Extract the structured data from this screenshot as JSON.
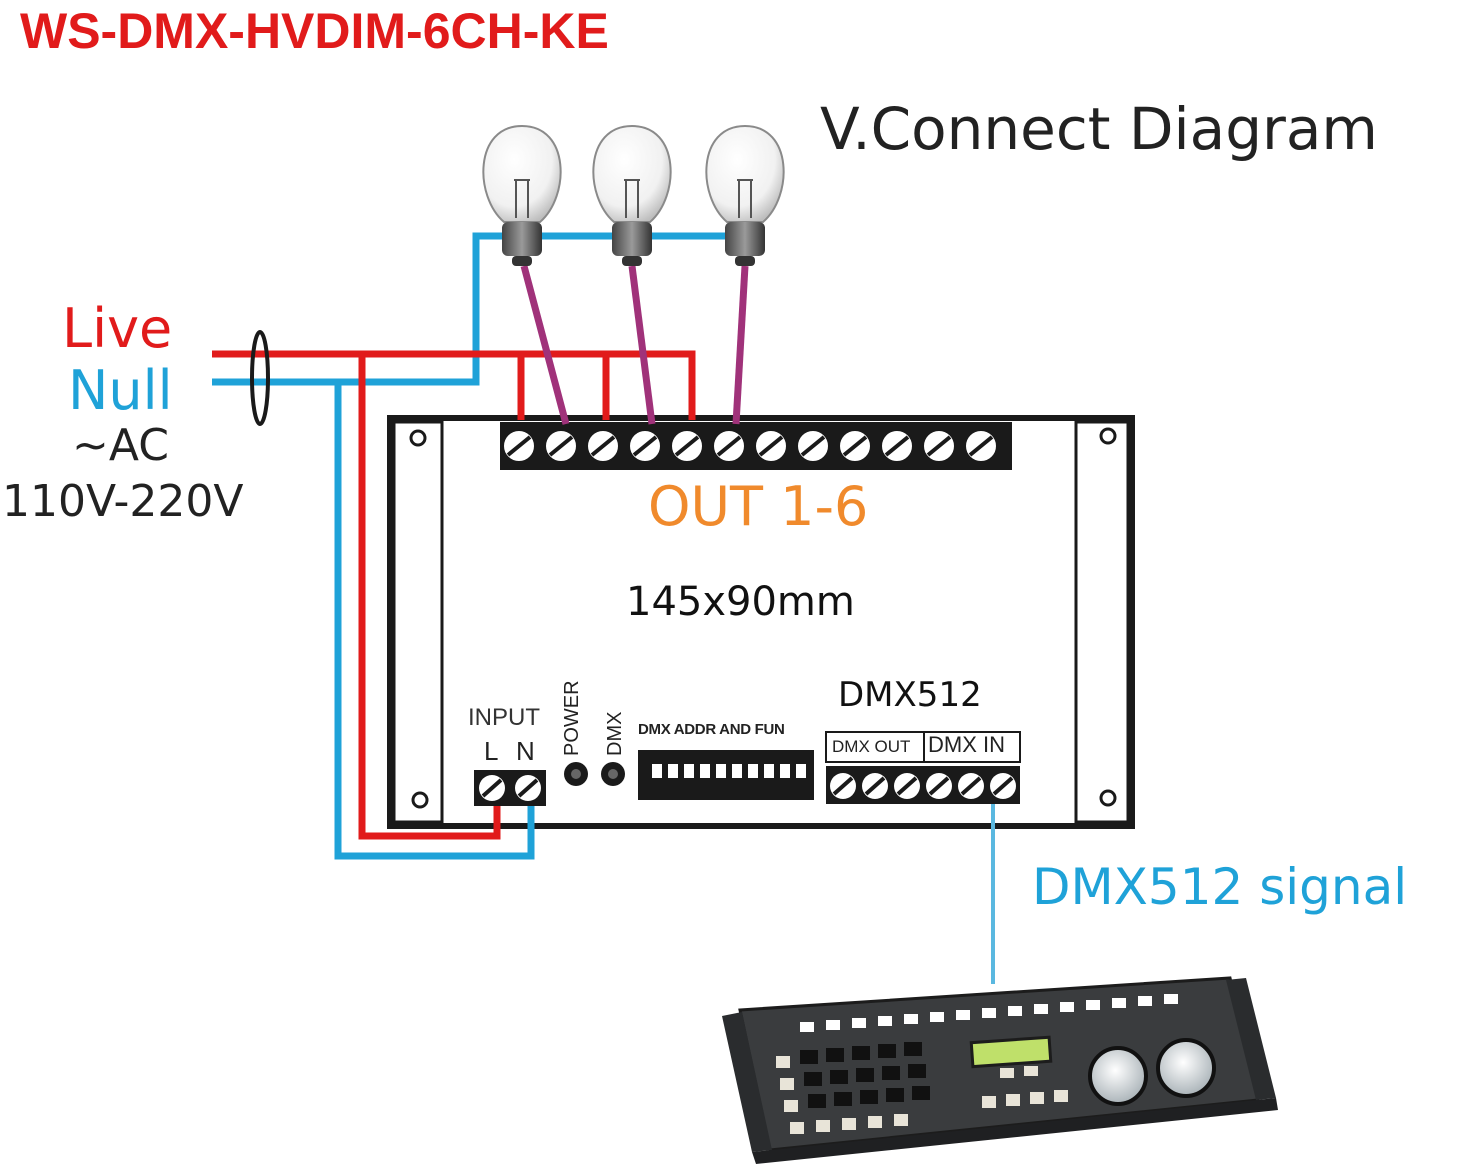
{
  "model": "WS-DMX-HVDIM-6CH-KE",
  "diagram_title": "V.Connect Diagram",
  "power": {
    "live": "Live",
    "null": "Null",
    "ac": "~AC",
    "voltage": "110V-220V"
  },
  "device": {
    "output_label": "OUT 1-6",
    "dimensions": "145x90mm",
    "input_label": "INPUT",
    "input_l": "L",
    "input_n": "N",
    "power_led": "POWER",
    "dmx_led": "DMX",
    "dip_label": "DMX ADDR AND FUN",
    "dmx_port_group": "DMX512",
    "dmx_out": "DMX OUT",
    "dmx_in": "DMX IN"
  },
  "signal": {
    "label": "DMX512 signal"
  },
  "colors": {
    "model_title": "#e11b1b",
    "live_wire": "#e11b1b",
    "null_wire": "#1fa2d8",
    "lamp_wire": "#a0327a",
    "output_label": "#f08a2c",
    "signal": "#1fa2d8"
  }
}
